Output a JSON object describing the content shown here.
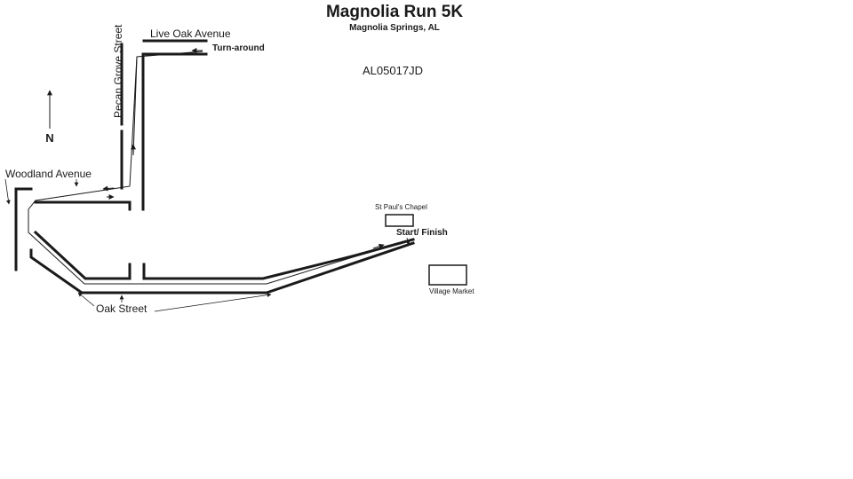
{
  "title": "Magnolia Run 5K",
  "subtitle": "Magnolia Springs, AL",
  "course_code": "AL05017JD",
  "north_label": "N",
  "streets": {
    "live_oak": "Live Oak Avenue",
    "pecan_grove": "Pecan Grove Street",
    "woodland": "Woodland Avenue",
    "oak": "Oak Street"
  },
  "markers": {
    "turnaround": "Turn-around",
    "start_finish": "Start/ Finish"
  },
  "landmarks": {
    "chapel": "St  Paul's Chapel",
    "market": "Village Market"
  }
}
